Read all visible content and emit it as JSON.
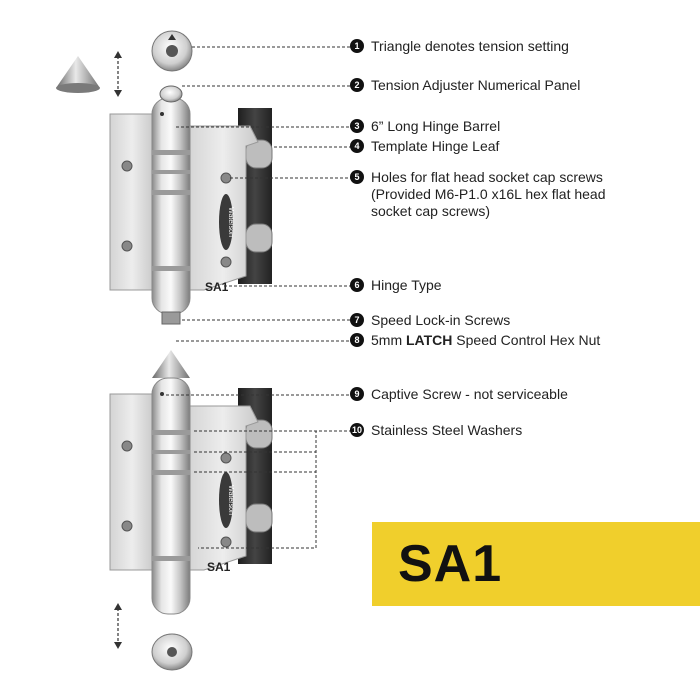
{
  "callouts": [
    {
      "num": "1",
      "text": "Triangle denotes tension setting"
    },
    {
      "num": "2",
      "text": "Tension Adjuster Numerical Panel"
    },
    {
      "num": "3",
      "text": "6” Long Hinge Barrel"
    },
    {
      "num": "4",
      "text": "Template Hinge Leaf"
    },
    {
      "num": "5",
      "text": "Holes for flat head socket cap screws (Provided M6-P1.0 x16L hex flat head socket cap screws)"
    },
    {
      "num": "6",
      "text": "Hinge Type"
    },
    {
      "num": "7",
      "text": "Speed Lock-in Screws"
    },
    {
      "num": "8",
      "text_before": "5mm ",
      "text_bold": "LATCH",
      "text_after": " Speed Control Hex Nut"
    },
    {
      "num": "9",
      "text": "Captive Screw - not serviceable"
    },
    {
      "num": "10",
      "text": "Stainless Steel Washers"
    }
  ],
  "hinge_label": "SA1",
  "brand_mark": "Waterson",
  "model_banner": "SA1",
  "colors": {
    "banner": "#f0cf2c",
    "badge": "#111111",
    "steel": "#c8c8c8",
    "plate": "#2a2a2a"
  }
}
